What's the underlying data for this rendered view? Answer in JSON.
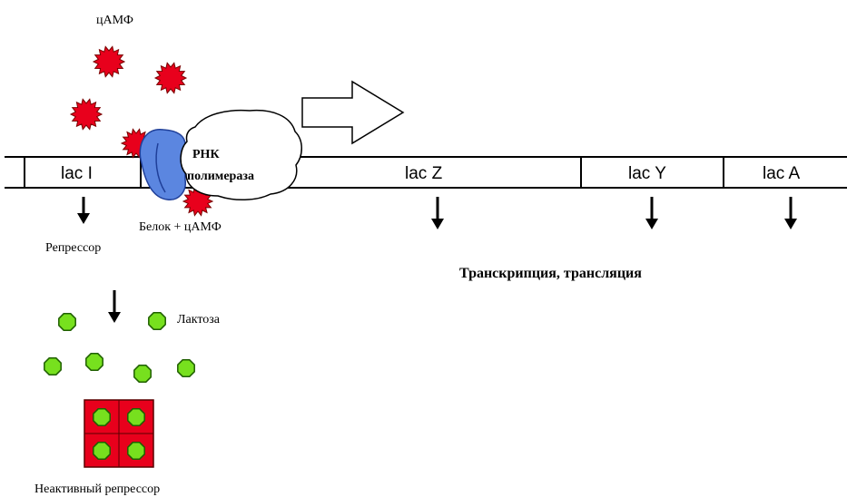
{
  "camp_label": "цАМФ",
  "genes": [
    {
      "id": "lac-i",
      "label": "lac I"
    },
    {
      "id": "lac-z",
      "label": "lac Z"
    },
    {
      "id": "lac-y",
      "label": "lac Y"
    },
    {
      "id": "lac-a",
      "label": "lac A"
    }
  ],
  "rna_polymerase": {
    "line1": "РНК",
    "line2": "полимераза"
  },
  "protein_camp_label": "Белок + цАМФ",
  "repressor_label": "Репрессор",
  "lactose_label": "Лактоза",
  "inactive_repressor_label": "Неактивный репрессор",
  "transcription_label": "Транскрипция, трансляция",
  "colors": {
    "camp": "#e8001c",
    "protein": "#5b86e0",
    "lactose": "#77e01e",
    "repressor": "#e8001c",
    "dna_line": "#000000"
  }
}
